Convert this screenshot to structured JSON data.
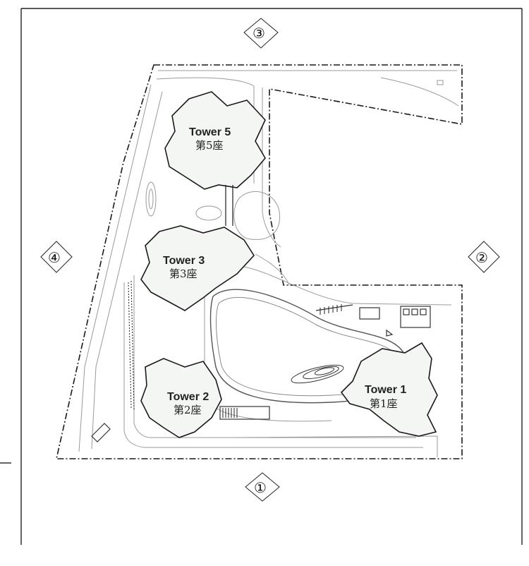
{
  "viewpoints": [
    {
      "id": "vp1",
      "label": "①"
    },
    {
      "id": "vp2",
      "label": "②"
    },
    {
      "id": "vp3",
      "label": "③"
    },
    {
      "id": "vp4",
      "label": "④"
    }
  ],
  "towers": [
    {
      "id": "t1",
      "name": "Tower 1",
      "name_cn": "第1座"
    },
    {
      "id": "t2",
      "name": "Tower 2",
      "name_cn": "第2座"
    },
    {
      "id": "t3",
      "name": "Tower 3",
      "name_cn": "第3座"
    },
    {
      "id": "t5",
      "name": "Tower 5",
      "name_cn": "第5座"
    }
  ],
  "colors": {
    "line": "#1a1a1a",
    "road": "#9a9a9a",
    "building_fill": "#f4f6f4",
    "frame": "#222222"
  }
}
